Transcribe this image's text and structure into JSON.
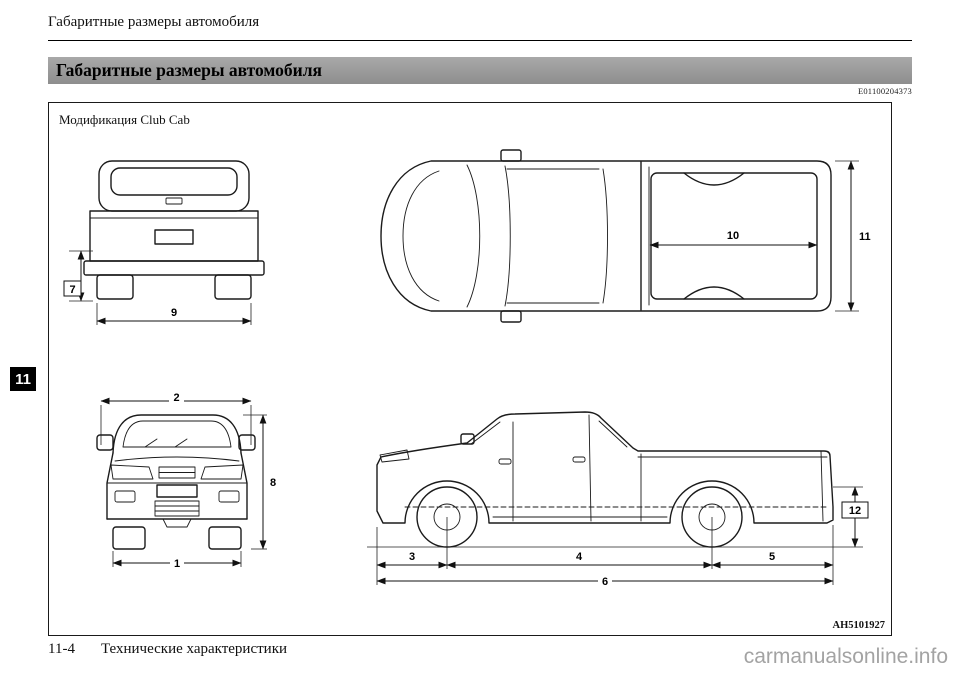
{
  "page": {
    "breadcrumb": "Габаритные размеры автомобиля",
    "side_tab": "11",
    "footer_page_number": "11-4",
    "footer_section": "Технические характеристики",
    "watermark": "carmanualsonline.info"
  },
  "section": {
    "title": "Габаритные размеры автомобиля",
    "code": "E01100204373"
  },
  "figure": {
    "caption": "Модификация Club Cab",
    "code": "AH5101927",
    "dims": {
      "d1": "1",
      "d2": "2",
      "d3": "3",
      "d4": "4",
      "d5": "5",
      "d6": "6",
      "d7": "7",
      "d8": "8",
      "d9": "9",
      "d10": "10",
      "d11": "11",
      "d12": "12"
    }
  }
}
